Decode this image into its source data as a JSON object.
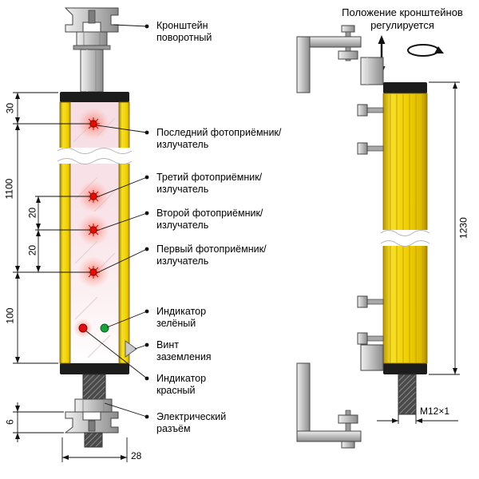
{
  "note": {
    "text": "Положение кронштейнов регулируется"
  },
  "left_labels": {
    "bracket": "Кронштейн поворотный",
    "last_emitter": "Последний фотоприёмник/излучатель",
    "third_emitter": "Третий фотоприёмник/излучатель",
    "second_emitter": "Второй фотоприёмник/излучатель",
    "first_emitter": "Первый фотоприёмник/излучатель",
    "green_indicator": "Индикатор зелёный",
    "ground_screw": "Винт заземления",
    "red_indicator": "Индикатор красный",
    "connector": "Электрический разъём"
  },
  "dimensions": {
    "top_offset": "30",
    "total_span": "1100",
    "step_a": "20",
    "step_b": "20",
    "bottom_offset": "100",
    "plate_thickness": "6",
    "body_width": "28",
    "body_length": "1230",
    "thread": "M12×1"
  },
  "colors": {
    "body_yellow": "#f0cf00",
    "cap_black": "#1c1c1c",
    "emitter_red": "#dd1100",
    "indicator_green": "#17a23a",
    "metal_gray": "#c2c2c2",
    "glow_pink": "#f9e4ea"
  },
  "icons": {
    "up_down_arrow": "vertical-adjust-arrow",
    "rotation_arrow": "rotation-adjust-arrow"
  }
}
